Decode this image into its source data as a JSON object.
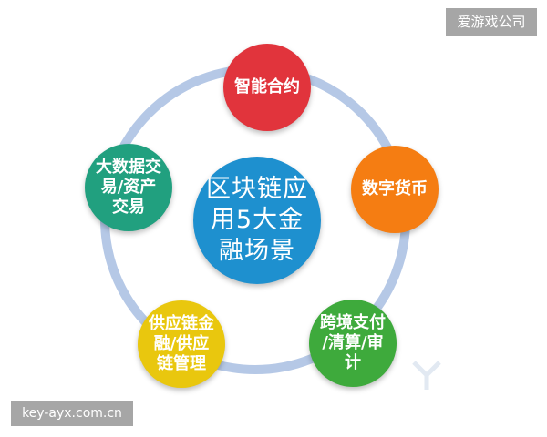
{
  "diagram": {
    "center": {
      "label": "区块链应\n用5大金\n融场景",
      "color": "#1e90cf"
    },
    "nodes": [
      {
        "label": "智能合约",
        "color": "#e1343c"
      },
      {
        "label": "数字货币",
        "color": "#f57d12"
      },
      {
        "label": "跨境支付\n/清算/审\n计",
        "color": "#3eaa3c"
      },
      {
        "label": "供应链金\n融/供应\n链管理",
        "color": "#e9c70e"
      },
      {
        "label": "大数据交\n易/资产\n交易",
        "color": "#21a07f"
      }
    ],
    "ring_color": "#b5c8e6"
  },
  "watermarks": {
    "top_right": "爱游戏公司",
    "bottom_left": "key-ayx.com.cn"
  }
}
